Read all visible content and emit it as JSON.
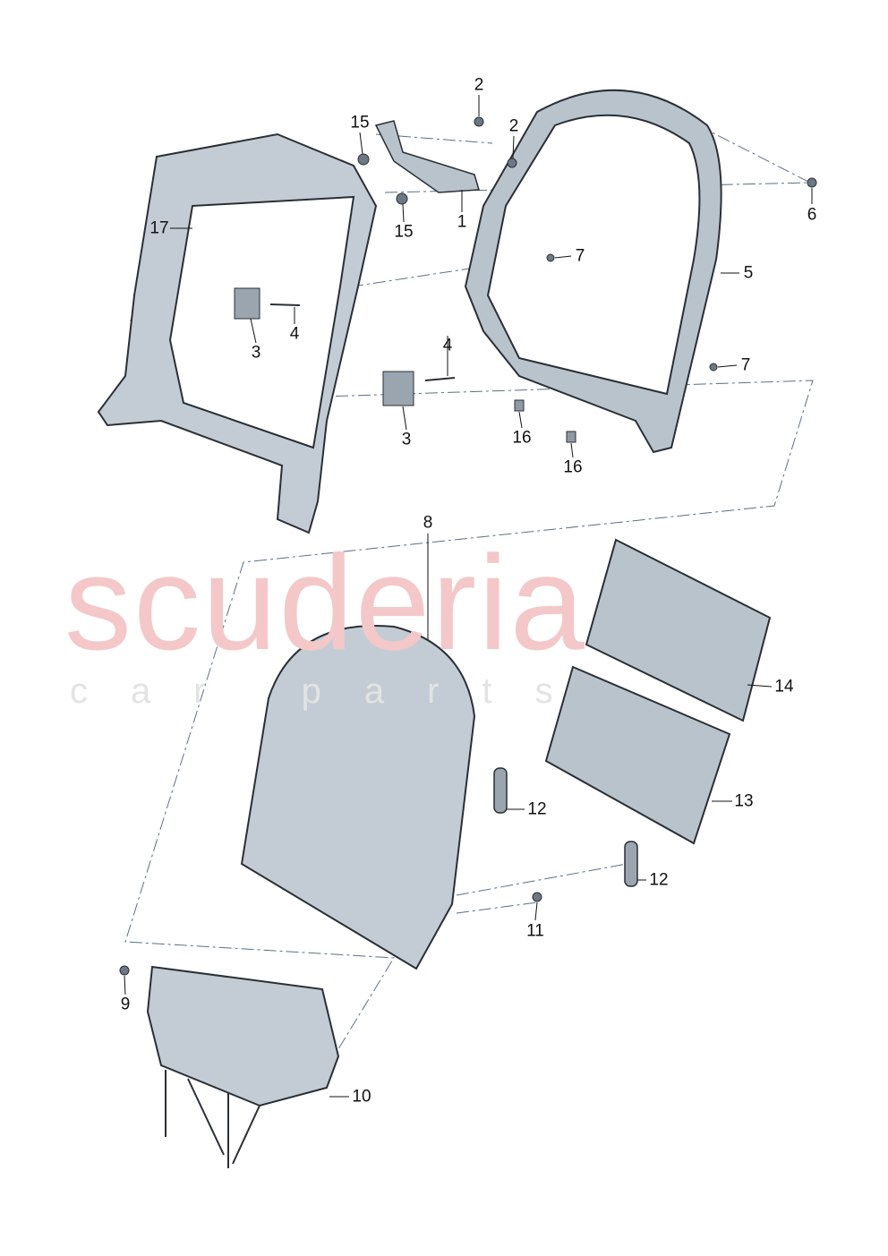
{
  "watermark": {
    "brand": "scuderia",
    "sub": "car parts"
  },
  "colors": {
    "part_fill": "#b9c3cc",
    "part_stroke": "#2a2f36",
    "dash_line": "#5b6f88",
    "watermark": "#f4c8c8"
  },
  "callouts": [
    {
      "id": "c1",
      "label": "1"
    },
    {
      "id": "c2a",
      "label": "2"
    },
    {
      "id": "c2b",
      "label": "2"
    },
    {
      "id": "c3a",
      "label": "3"
    },
    {
      "id": "c3b",
      "label": "3"
    },
    {
      "id": "c4a",
      "label": "4"
    },
    {
      "id": "c4b",
      "label": "4"
    },
    {
      "id": "c5",
      "label": "5"
    },
    {
      "id": "c6",
      "label": "6"
    },
    {
      "id": "c7a",
      "label": "7"
    },
    {
      "id": "c7b",
      "label": "7"
    },
    {
      "id": "c8",
      "label": "8"
    },
    {
      "id": "c9",
      "label": "9"
    },
    {
      "id": "c10",
      "label": "10"
    },
    {
      "id": "c11",
      "label": "11"
    },
    {
      "id": "c12a",
      "label": "12"
    },
    {
      "id": "c12b",
      "label": "12"
    },
    {
      "id": "c13",
      "label": "13"
    },
    {
      "id": "c14",
      "label": "14"
    },
    {
      "id": "c15a",
      "label": "15"
    },
    {
      "id": "c15b",
      "label": "15"
    },
    {
      "id": "c16a",
      "label": "16"
    },
    {
      "id": "c16b",
      "label": "16"
    },
    {
      "id": "c17",
      "label": "17"
    }
  ]
}
